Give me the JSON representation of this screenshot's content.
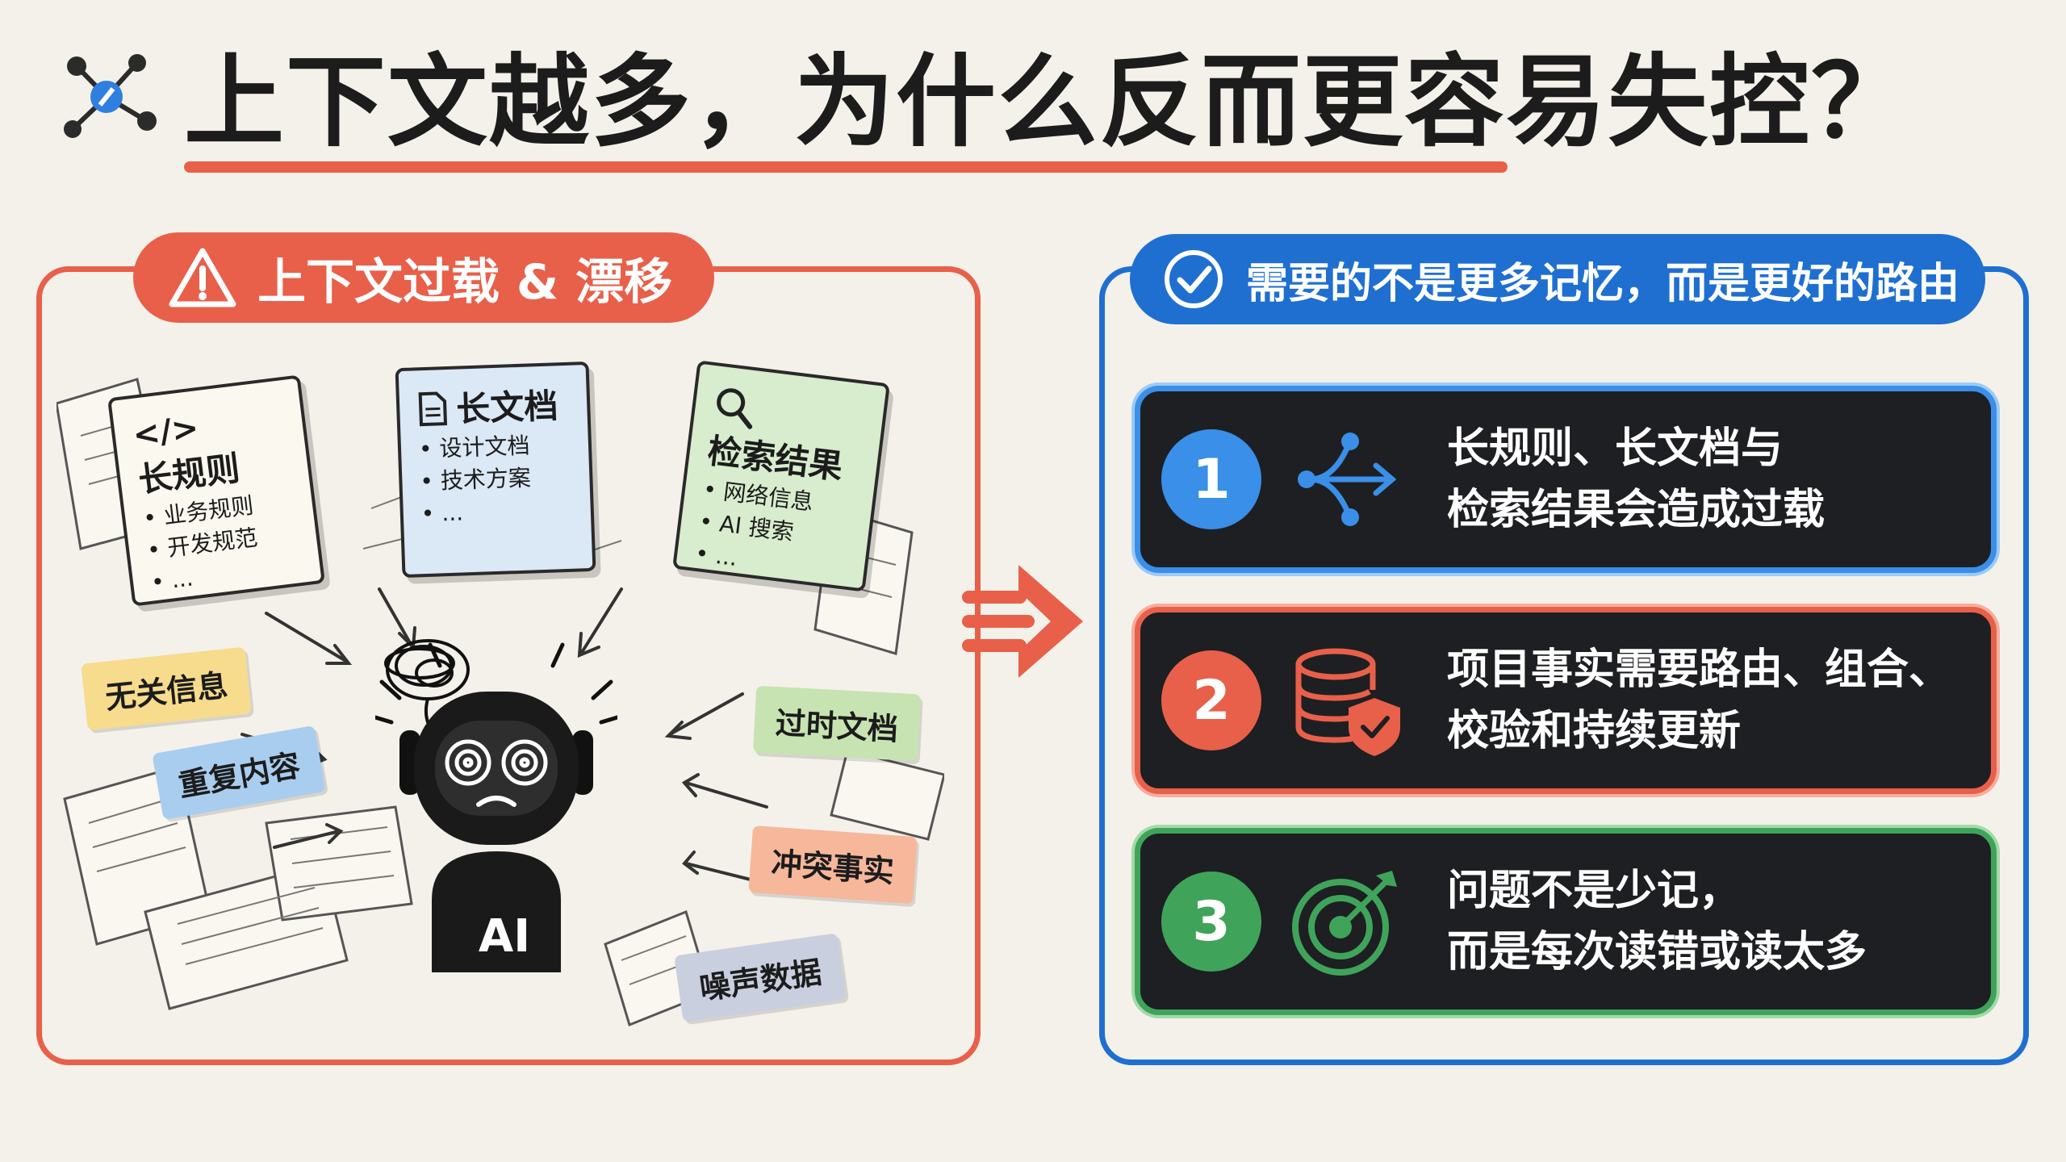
{
  "title": "上下文越多，为什么反而更容易失控？",
  "left": {
    "pill": "上下文过载 & 漂移",
    "cards": [
      {
        "icon": "</>",
        "title": "长规则",
        "items": [
          "• 业务规则",
          "• 开发规范",
          "• ..."
        ]
      },
      {
        "icon": "doc-icon",
        "title": "长文档",
        "items": [
          "• 设计文档",
          "• 技术方案",
          "• ..."
        ]
      },
      {
        "icon": "search-icon",
        "title": "检索结果",
        "items": [
          "• 网络信息",
          "• AI 搜索",
          "• ..."
        ]
      }
    ],
    "tags": {
      "irrelevant": "无关信息",
      "duplicate": "重复内容",
      "outdated": "过时文档",
      "conflict": "冲突事实",
      "noise": "噪声数据"
    },
    "robot_label": "AI"
  },
  "right": {
    "pill": "需要的不是更多记忆，而是更好的路由",
    "steps": [
      {
        "num": "1",
        "icon": "routing-arrows-icon",
        "line1": "长规则、长文档与",
        "line2": "检索结果会造成过载",
        "color": "#3a8fe8"
      },
      {
        "num": "2",
        "icon": "database-shield-icon",
        "line1": "项目事实需要路由、组合、",
        "line2": "校验和持续更新",
        "color": "#e8604a"
      },
      {
        "num": "3",
        "icon": "target-icon",
        "line1": "问题不是少记，",
        "line2": "而是每次读错或读太多",
        "color": "#3fa45a"
      }
    ]
  },
  "colors": {
    "accent_red": "#e8604a",
    "accent_blue": "#1f6fd1",
    "accent_green": "#3fa45a",
    "background": "#f4f1ea"
  }
}
